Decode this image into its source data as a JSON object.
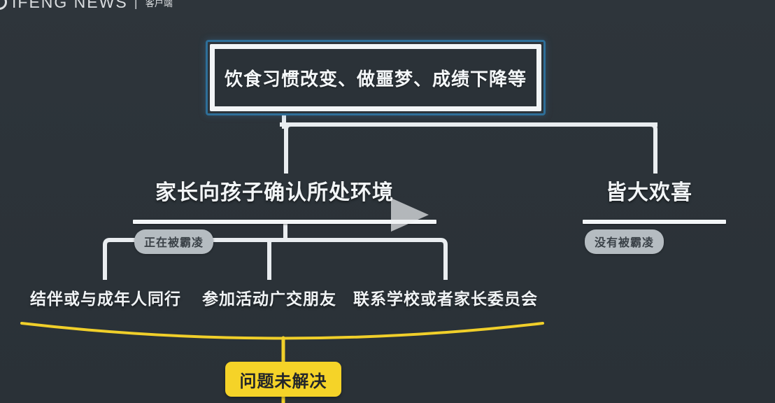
{
  "watermark": {
    "brand": "IFENG NEWS",
    "separator": "|",
    "sub": "客户端",
    "logo_icon": "ring-logo-icon"
  },
  "colors": {
    "background": "#2d343a",
    "node_border_blue": "#2e6f99",
    "node_border_white": "#f2f5f7",
    "text": "#f2f5f7",
    "pill_bg": "#b5bcc1",
    "pill_text": "#3a4147",
    "accent_yellow": "#f5d328",
    "wire_white": "#e9edf0"
  },
  "root": {
    "label": "饮食习惯改变、做噩梦、成绩下降等"
  },
  "branches": [
    {
      "label": "家长向孩子确认所处环境",
      "badge": "正在被霸凌",
      "children": [
        {
          "label": "结伴或与成年人同行"
        },
        {
          "label": "参加活动广交朋友"
        },
        {
          "label": "联系学校或者家长委员会"
        }
      ]
    },
    {
      "label": "皆大欢喜",
      "badge": "没有被霸凌",
      "children": []
    }
  ],
  "outcome": {
    "label": "问题未解决"
  },
  "overlay": {
    "play_icon": "play-triangle-icon"
  }
}
